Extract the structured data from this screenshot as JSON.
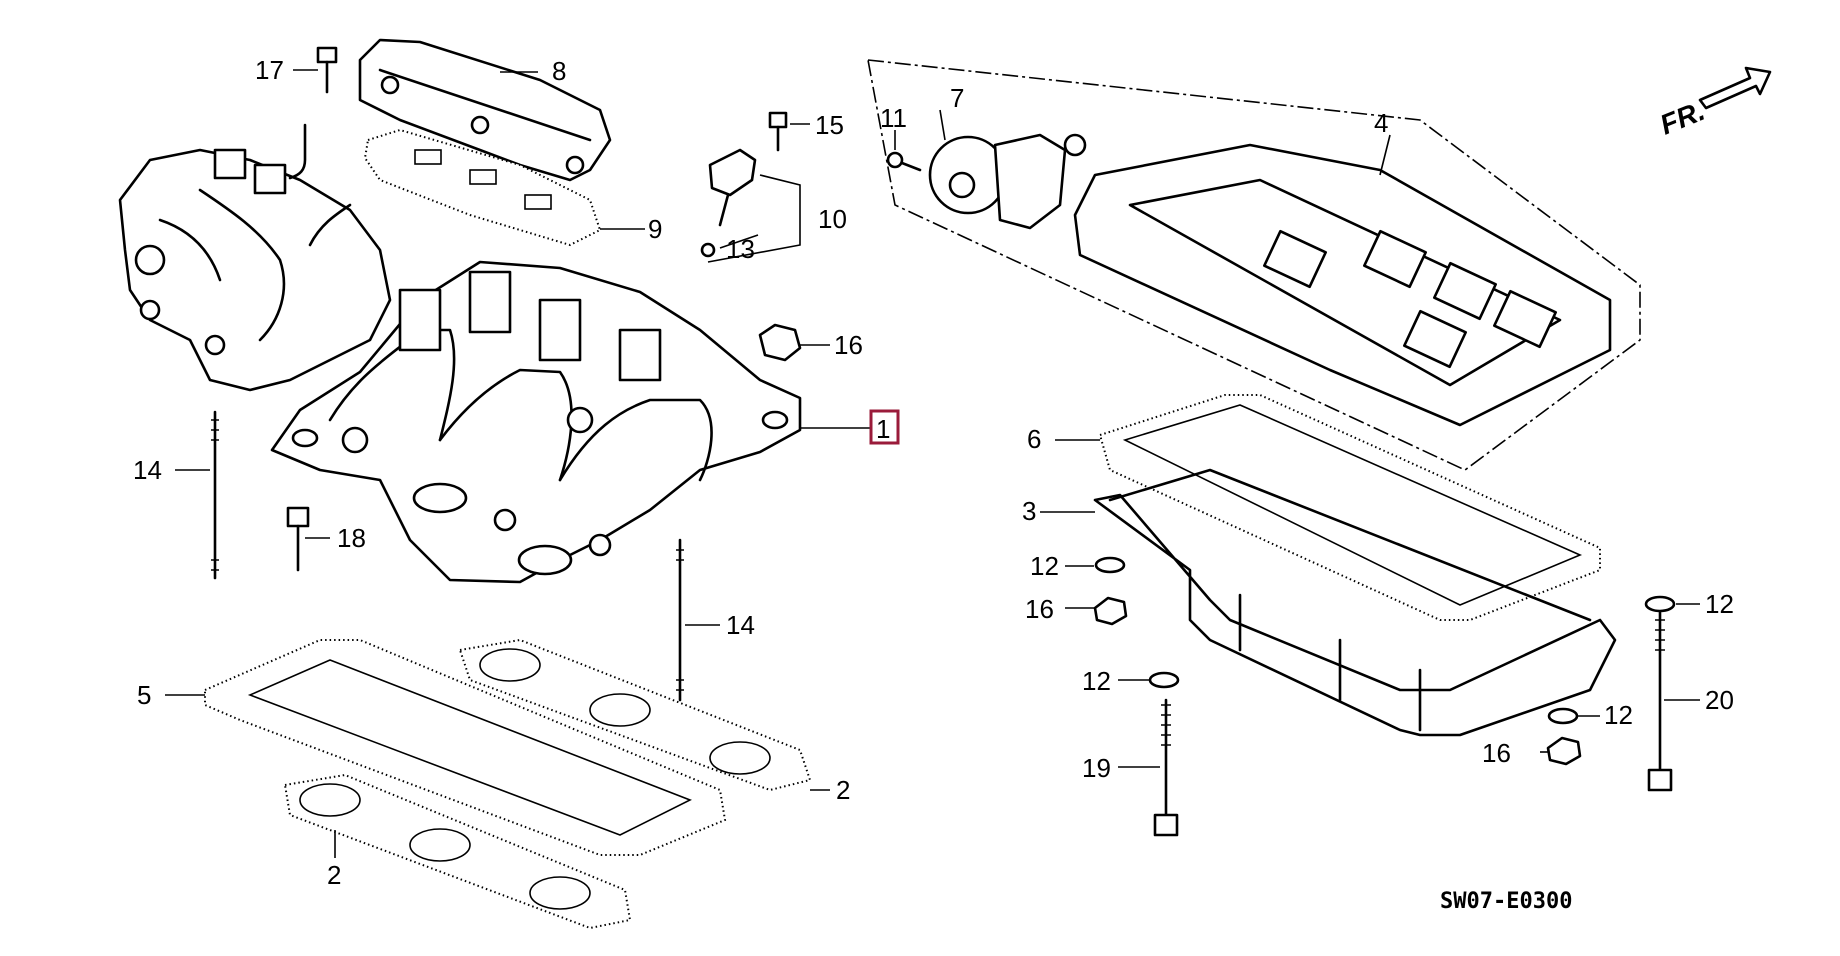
{
  "diagram": {
    "callouts": {
      "p1": "1",
      "p2a": "2",
      "p2b": "2",
      "p3": "3",
      "p4": "4",
      "p5": "5",
      "p6": "6",
      "p7": "7",
      "p8": "8",
      "p9": "9",
      "p10": "10",
      "p11": "11",
      "p12a": "12",
      "p12b": "12",
      "p12c": "12",
      "p12d": "12",
      "p13": "13",
      "p14a": "14",
      "p14b": "14",
      "p15": "15",
      "p16a": "16",
      "p16b": "16",
      "p16c": "16",
      "p17": "17",
      "p18": "18",
      "p19": "19",
      "p20": "20"
    },
    "front_marker": "FR.",
    "diagram_code": "SW07-E0300",
    "highlight_color": "#9a1b3a"
  }
}
